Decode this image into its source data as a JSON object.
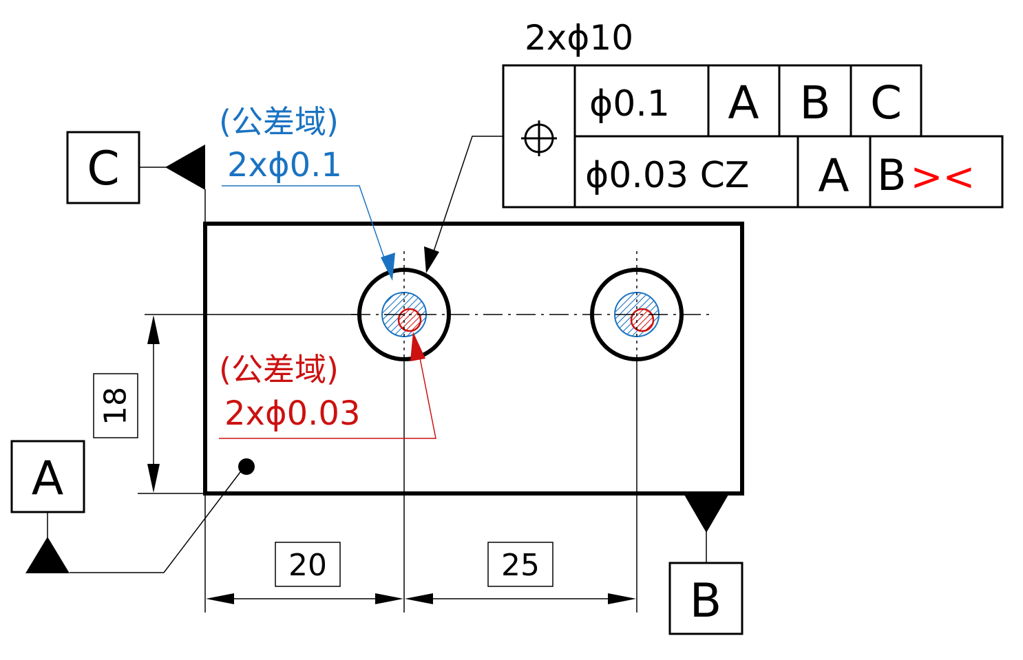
{
  "fcf": {
    "callout": "2xϕ10",
    "symbol_icon": "position-icon",
    "row1": {
      "tolerance": "ϕ0.1",
      "datum1": "A",
      "datum2": "B",
      "datum3": "C"
    },
    "row2": {
      "tolerance": "ϕ0.03 CZ",
      "datum1": "A",
      "datum2_prefix": "B",
      "datum2_modifier": "><"
    }
  },
  "datums": {
    "a": "A",
    "b": "B",
    "c": "C"
  },
  "dimensions": {
    "vertical": "18",
    "horizontal1": "20",
    "horizontal2": "25"
  },
  "tolerance_zones": {
    "blue": {
      "heading": "(公差域)",
      "label": "2xϕ0.1"
    },
    "red": {
      "heading": "(公差域)",
      "label": "2xϕ0.03"
    }
  },
  "colors": {
    "line": "#000000",
    "blue": "#1a73c2",
    "red": "#cc1111",
    "modifier": "#ff0000"
  }
}
